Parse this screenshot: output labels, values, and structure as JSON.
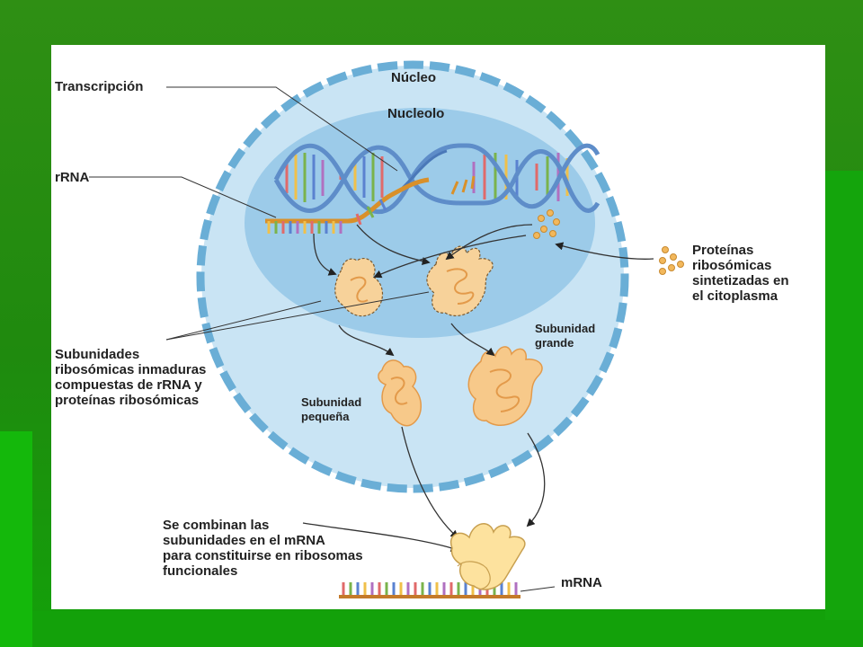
{
  "labels": {
    "nucleus": "Núcleo",
    "nucleolus": "Nucleolo",
    "transcription": "Transcripción",
    "rrna": "rRNA",
    "proteins": "Proteínas\nribosómicas\nsintetizadas en\nel citoplasma",
    "immature": "Subunidades\nribosómicas inmaduras\ncompuestas de rRNA y\nproteínas ribosómicas",
    "large": "Subunidad\ngrande",
    "small": "Subunidad\npequeña",
    "combine": "Se combinan las\nsubunidades en el mRNA\npara constituirse en ribosomas\nfuncionales",
    "mrna": "mRNA"
  },
  "colors": {
    "cytoplasm": "#d9ecf7",
    "nucleus_fill": "#c6e3f3",
    "nucleolus": "#9ccbe9",
    "envelope": "#6aaed6",
    "subunit": "#f7c98a",
    "subunit_outline": "#e39a4a",
    "ribosome": "#fde29e"
  }
}
